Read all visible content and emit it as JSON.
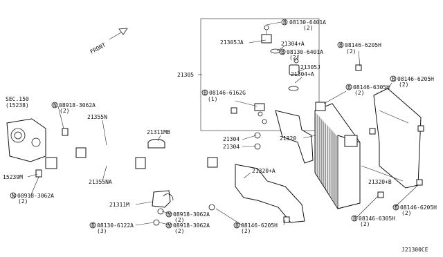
{
  "diagram_id": "J21300CE",
  "front_label": "FRONT",
  "bolt_marker": "B",
  "nut_marker": "N",
  "callouts": {
    "c1": {
      "text": "08130-6401A",
      "qty": "(2)"
    },
    "c2": {
      "text": "21305JA"
    },
    "c3": {
      "text": "21304+A"
    },
    "c4": {
      "text": "08130-6401A",
      "qty": "(2)"
    },
    "c5": {
      "text": "21305J"
    },
    "c6": {
      "text": "21304+A"
    },
    "c7": {
      "text": "21305"
    },
    "c8": {
      "text": "08146-6162G",
      "qty": "(1)"
    },
    "c9": {
      "text": "08146-6205H",
      "qty": "(2)"
    },
    "c10": {
      "text": "08146-6305H",
      "qty": "(2)"
    },
    "c11": {
      "text": "08146-6205H",
      "qty": "(2)"
    },
    "c12": {
      "text": "SEC.150"
    },
    "c13": {
      "text": "(15238)"
    },
    "c14": {
      "text": "08918-3062A",
      "qty": "(2)"
    },
    "c15": {
      "text": "21355N"
    },
    "c16": {
      "text": "21311MB"
    },
    "c17": {
      "text": "21304"
    },
    "c18": {
      "text": "21304"
    },
    "c19": {
      "text": "21320"
    },
    "c20": {
      "text": "15239M"
    },
    "c21": {
      "text": "21355NA"
    },
    "c22": {
      "text": "21320+A"
    },
    "c23": {
      "text": "08918-3062A",
      "qty": "(2)"
    },
    "c24": {
      "text": "21311M"
    },
    "c25": {
      "text": "08918-3062A",
      "qty": "(2)"
    },
    "c26": {
      "text": "08130-6122A",
      "qty": "(3)"
    },
    "c27": {
      "text": "08918-3062A",
      "qty": "(2)"
    },
    "c28": {
      "text": "08146-6205H",
      "qty": "(2)"
    },
    "c29": {
      "text": "21320+B"
    },
    "c30": {
      "text": "08146-6305H",
      "qty": "(2)"
    },
    "c31": {
      "text": "08146-6205H",
      "qty": "(2)"
    }
  }
}
